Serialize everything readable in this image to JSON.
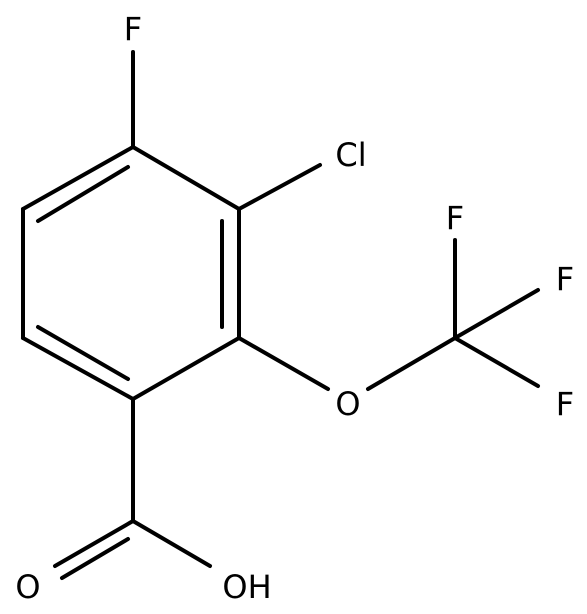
{
  "atoms": {
    "f_top": "F",
    "cl": "Cl",
    "o_ether": "O",
    "f_cf3_1": "F",
    "f_cf3_2": "F",
    "f_cf3_3": "F",
    "o_carbonyl": "O",
    "oh": "OH"
  }
}
